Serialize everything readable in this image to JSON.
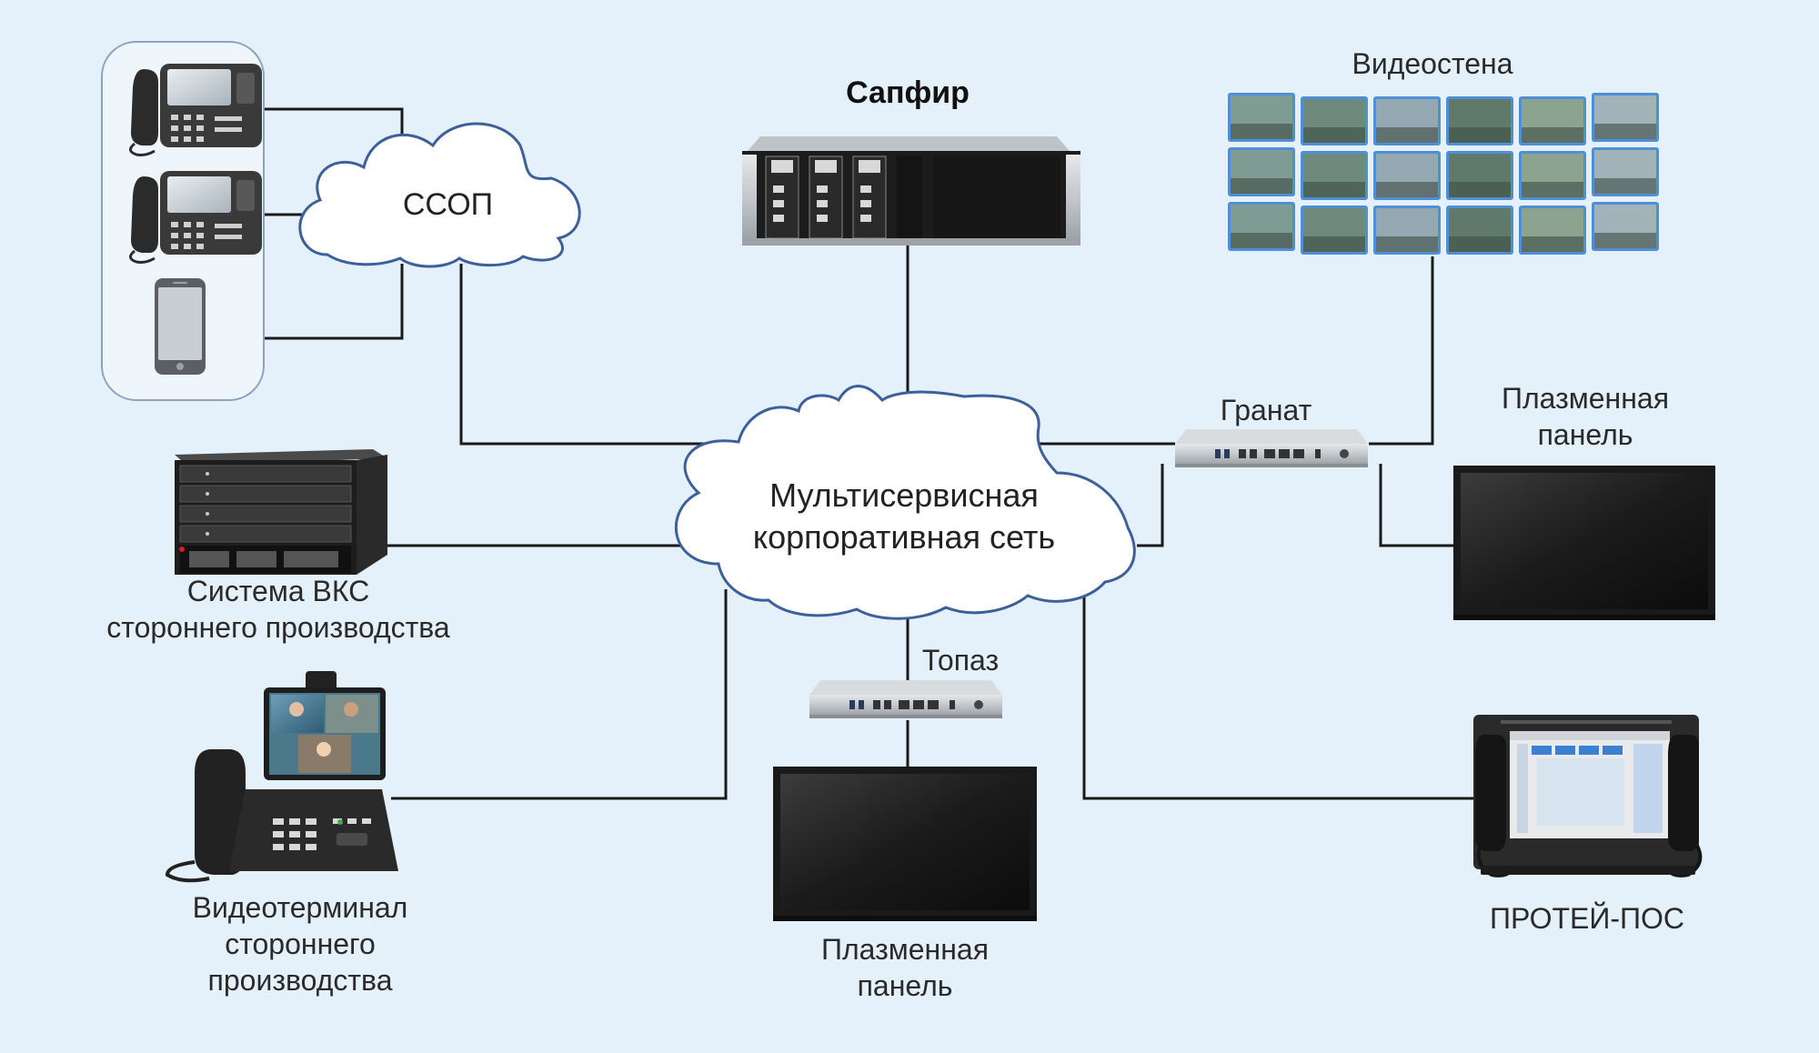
{
  "labels": {
    "ssop": "ССОП",
    "sapfir": "Сапфир",
    "videowall": "Видеостена",
    "network_line1": "Мультисервисная",
    "network_line2": "корпоративная сеть",
    "granat": "Гранат",
    "plasma_right_line1": "Плазменная",
    "plasma_right_line2": "панель",
    "vks_line1": "Система ВКС",
    "vks_line2": "стороннего производства",
    "topaz": "Топаз",
    "videoterminal_line1": "Видеотерминал",
    "videoterminal_line2": "стороннего",
    "videoterminal_line3": "производства",
    "plasma_bottom_line1": "Плазменная",
    "plasma_bottom_line2": "панель",
    "protei": "ПРОТЕЙ-ПОС"
  },
  "icons": [
    "ip-phone-icon",
    "ip-phone-icon",
    "smartphone-icon",
    "cloud-icon",
    "server-rack-icon",
    "video-wall-icon",
    "media-box-icon",
    "plasma-panel-icon",
    "vks-server-icon",
    "video-terminal-icon",
    "protei-console-icon"
  ],
  "colors": {
    "background": "#e4f1fb",
    "cloud_fill": "#ffffff",
    "cloud_stroke": "#3d5f9a",
    "line": "#1a1a1a",
    "panel_box_stroke": "#8ea3bf"
  }
}
